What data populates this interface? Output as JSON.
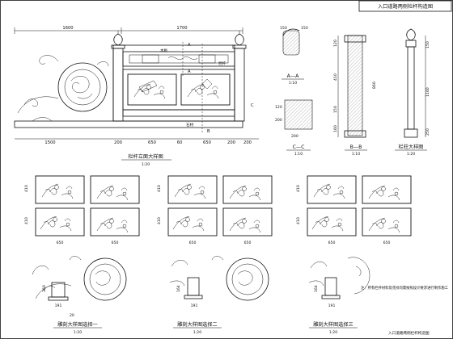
{
  "title_block": {
    "text": "入口道路两侧栏杆构造图"
  },
  "elevation": {
    "title": "栏杆立面大样图",
    "scale": "1:20",
    "dim_top": [
      "1600",
      "1700"
    ],
    "dim_bottom": [
      "1500",
      "200",
      "650",
      "60",
      "650",
      "200",
      "200"
    ],
    "section_marks": {
      "a": "A",
      "b": "B",
      "c": "C"
    },
    "callouts": [
      "木板",
      "栏杆",
      "石材"
    ]
  },
  "detail_small": {
    "dims": [
      "150",
      "150"
    ],
    "label": "A—A",
    "scale": "1:10"
  },
  "section_cc": {
    "dims": [
      "120",
      "200",
      "200"
    ],
    "label": "C—C",
    "scale": "1:10"
  },
  "section_bb": {
    "dims": [
      "120",
      "410",
      "860",
      "150",
      "160"
    ],
    "label": "B—B",
    "scale": "1:10"
  },
  "post_detail": {
    "dims": [
      "150",
      "1160",
      "250"
    ],
    "label": "栏柱大样图",
    "scale": "1:20"
  },
  "carved_panels": {
    "left": {
      "dims": [
        "410",
        "410",
        "650",
        "650"
      ]
    },
    "middle": {
      "dims": [
        "410",
        "410",
        "650",
        "650"
      ]
    },
    "right": {
      "dims": [
        "410",
        "410",
        "650",
        "650"
      ]
    }
  },
  "carvings": [
    {
      "title": "雕刻大样图选择一",
      "scale": "1:20",
      "dims": [
        "191",
        "20",
        "360"
      ]
    },
    {
      "title": "雕刻大样图选择二",
      "scale": "1:20",
      "dims": [
        "191",
        "164"
      ]
    },
    {
      "title": "雕刻大样图选择三",
      "scale": "1:20",
      "dims": [
        "191",
        "164"
      ]
    }
  ],
  "footnote": "注：所有栏杆材料及花纹均需按照设计要求进行制作施工",
  "bottom_note": "入口道路两侧栏杆构造图",
  "colors": {
    "ink": "#111111",
    "paper": "#ffffff"
  }
}
